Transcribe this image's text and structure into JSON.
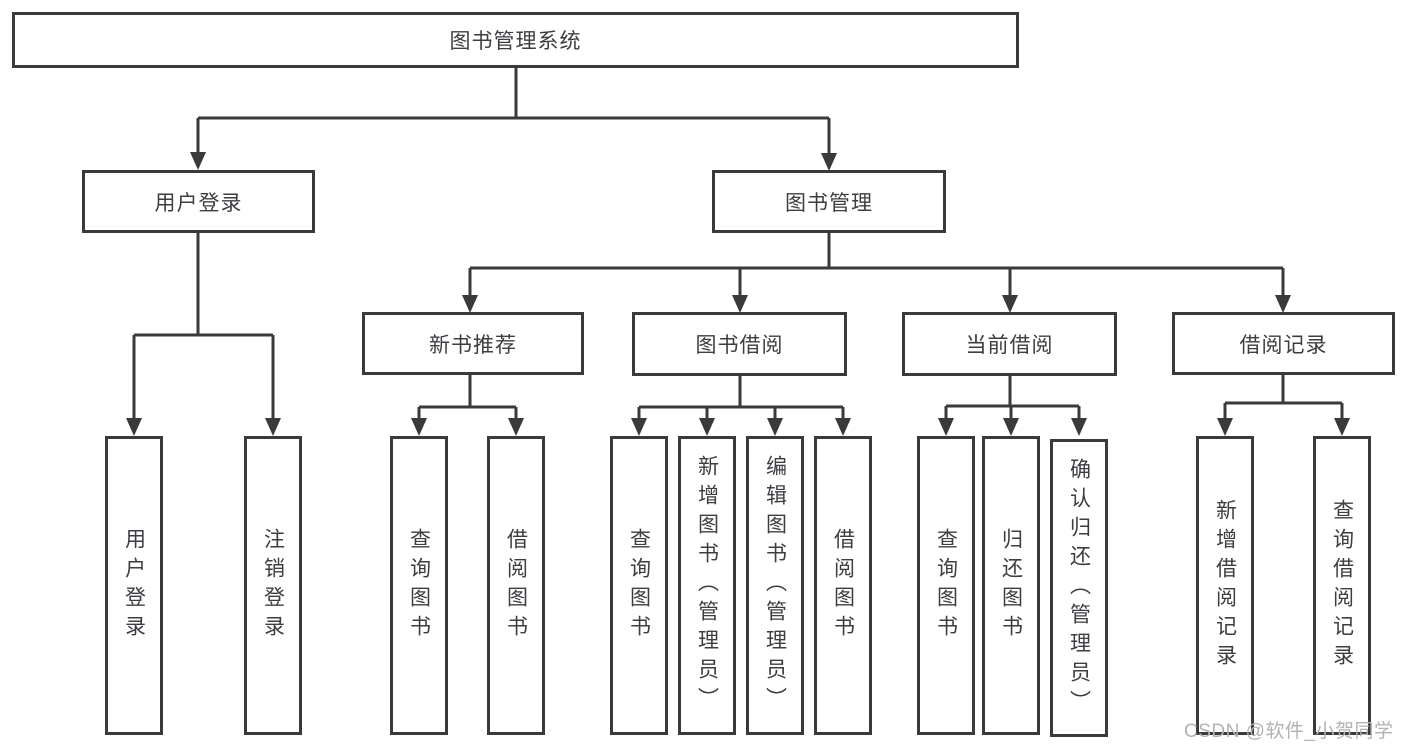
{
  "diagram": {
    "root": "图书管理系统",
    "user_login": {
      "label": "用户登录",
      "children": [
        "用户登录",
        "注销登录"
      ]
    },
    "book_mgmt": {
      "label": "图书管理",
      "sections": {
        "new_book": {
          "label": "新书推荐",
          "children": [
            "查询图书",
            "借阅图书"
          ]
        },
        "book_borrow": {
          "label": "图书借阅",
          "children": [
            "查询图书",
            "新增图书（管理员）",
            "编辑图书（管理员）",
            "借阅图书"
          ]
        },
        "current_borrow": {
          "label": "当前借阅",
          "children": [
            "查询图书",
            "归还图书",
            "确认归还（管理员）"
          ]
        },
        "borrow_record": {
          "label": "借阅记录",
          "children": [
            "新增借阅记录",
            "查询借阅记录"
          ]
        }
      }
    }
  },
  "watermark": "CSDN @软件_小贺同学",
  "colors": {
    "line": "#3a3a3a",
    "box_border": "#3a3a3a",
    "text": "#3d3d42",
    "watermark": "#b2b2b2",
    "background": "#ffffff"
  }
}
